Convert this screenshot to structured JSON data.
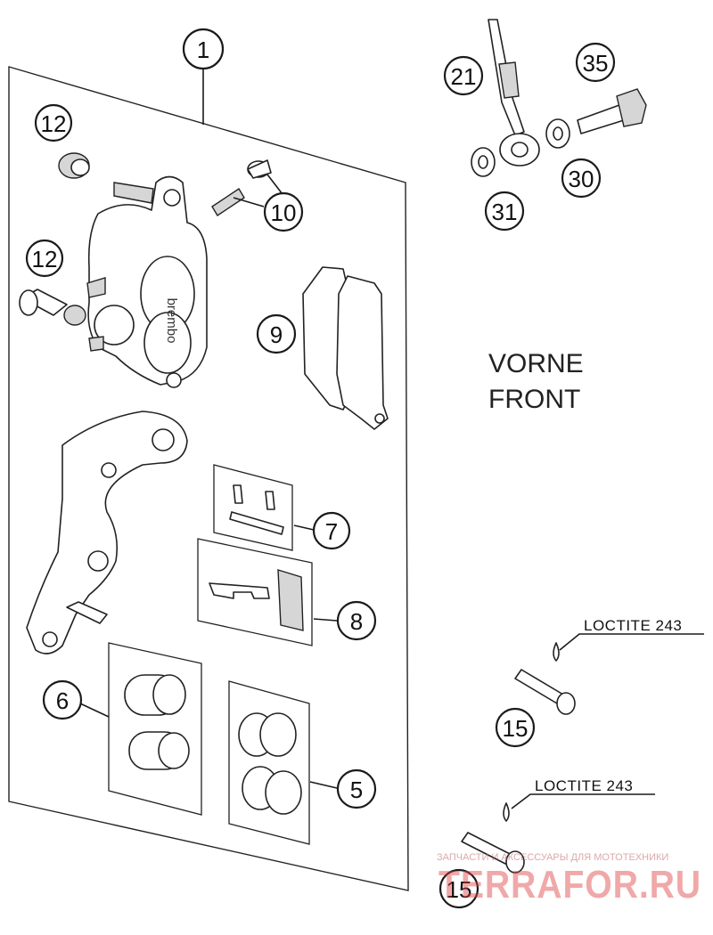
{
  "callouts": {
    "c1": "1",
    "c5": "5",
    "c6": "6",
    "c7": "7",
    "c8": "8",
    "c9": "9",
    "c10": "10",
    "c12a": "12",
    "c12b": "12",
    "c15a": "15",
    "c15b": "15",
    "c21": "21",
    "c30": "30",
    "c31": "31",
    "c35": "35"
  },
  "labels": {
    "vorne": "VORNE",
    "front": "FRONT",
    "loctite_1": "LOCTITE 243",
    "loctite_2": "LOCTITE 243",
    "caliper_brand": "brembo"
  },
  "watermark": {
    "tagline": "ЗАПЧАСТИ И АКСЕССУАРЫ ДЛЯ МОТОТЕХНИКИ",
    "site": "TERRAFOR.RU"
  },
  "colors": {
    "line": "#1a1a1a",
    "shade": "#d6d6d6",
    "watermark": "#e04040"
  }
}
